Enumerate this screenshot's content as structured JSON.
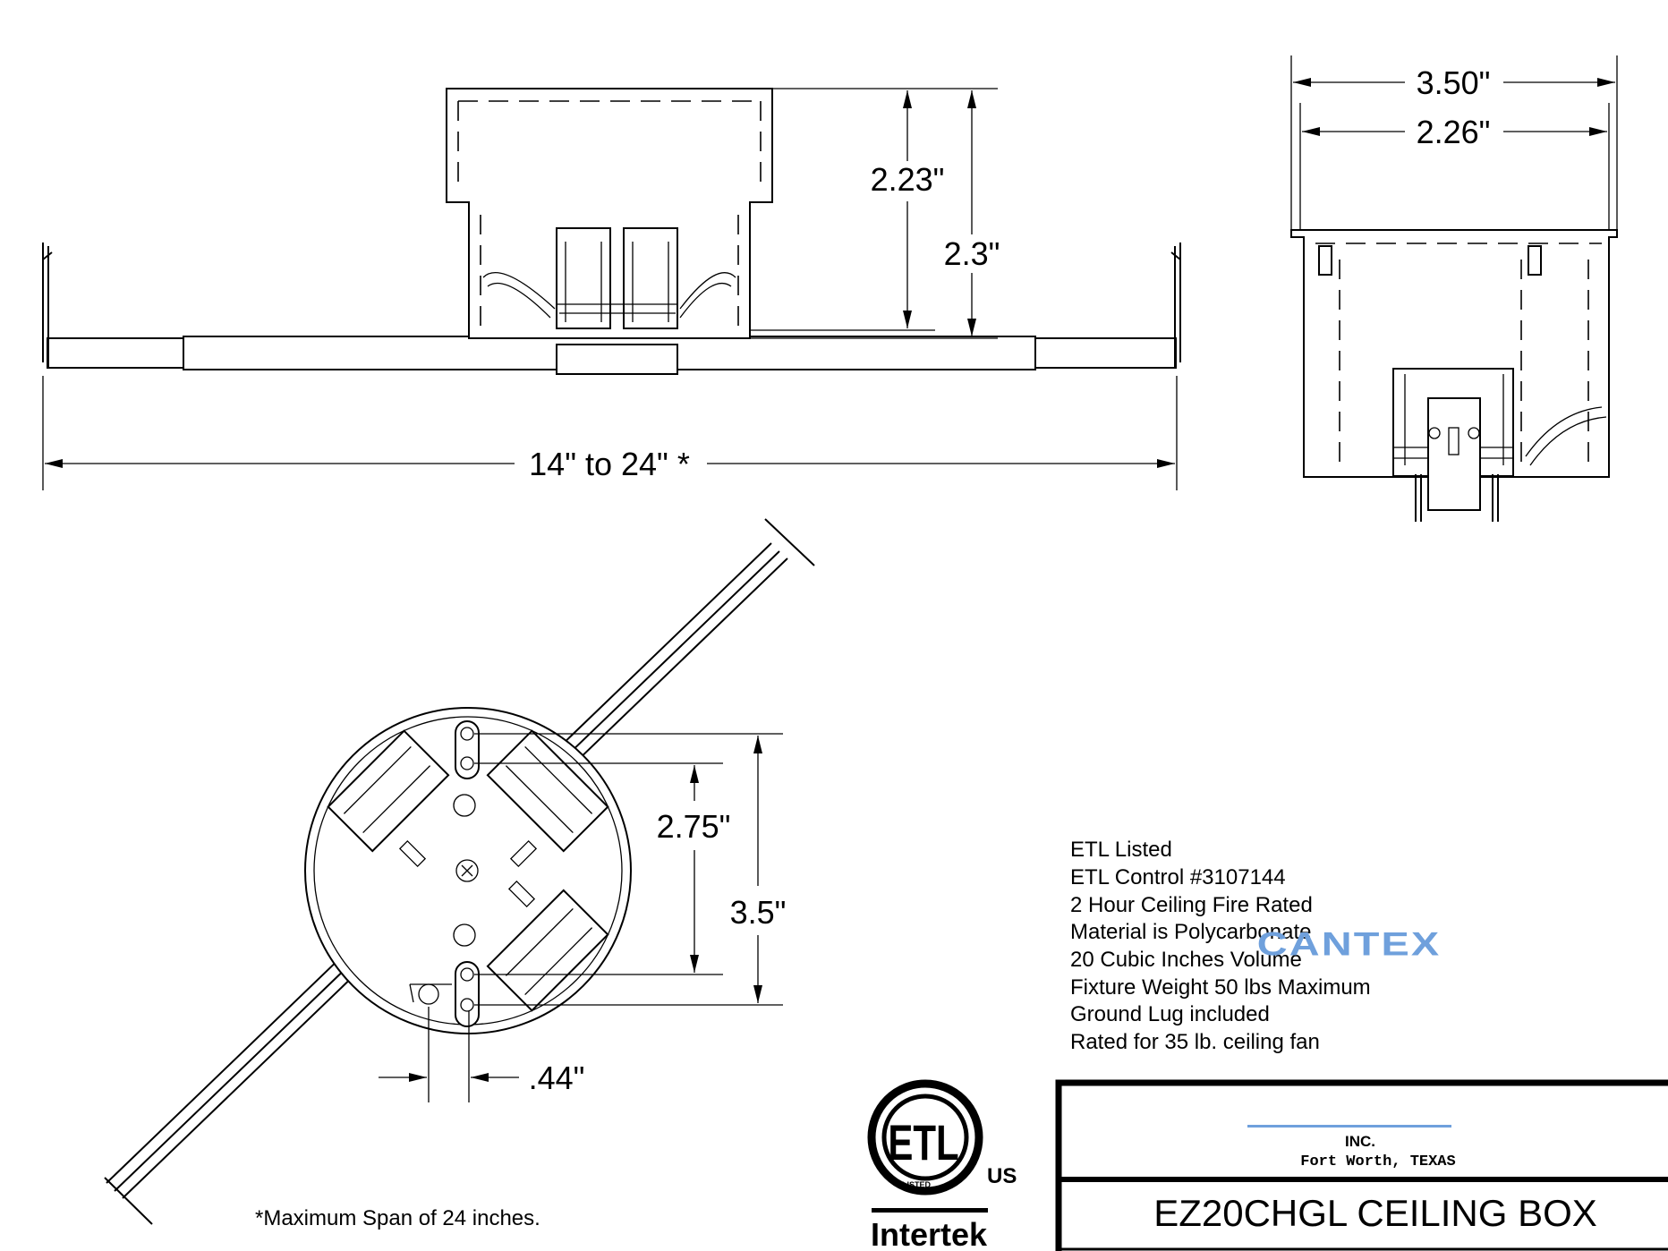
{
  "top_view": {
    "dim_inner_height": "2.23\"",
    "dim_overall_height": "2.3\"",
    "dim_span": "14\" to 24\" *"
  },
  "side_view": {
    "dim_outer_width": "3.50\"",
    "dim_inner_width": "2.26\""
  },
  "plan_view": {
    "dim_mount_spacing_inner": "2.75\"",
    "dim_mount_spacing_outer": "3.5\"",
    "dim_offset": ".44\"",
    "footnote": "*Maximum Span of 24 inches."
  },
  "specs": [
    "ETL Listed",
    "ETL Control #3107144",
    "2 Hour Ceiling Fire Rated",
    "Material is Polycarbonate",
    "20 Cubic Inches Volume",
    "Fixture Weight 50 lbs Maximum",
    "Ground Lug included",
    "Rated for 35 lb. ceiling fan"
  ],
  "etl_logo": {
    "mark": "ETL",
    "listed": "LISTED",
    "us": "US",
    "company": "Intertek"
  },
  "title_block": {
    "company_logo": "CANTEX",
    "company_suffix": "INC.",
    "location": "Fort Worth, TEXAS",
    "product_title": "EZ20CHGL CEILING BOX",
    "logo_color": "#6fa0dc"
  }
}
